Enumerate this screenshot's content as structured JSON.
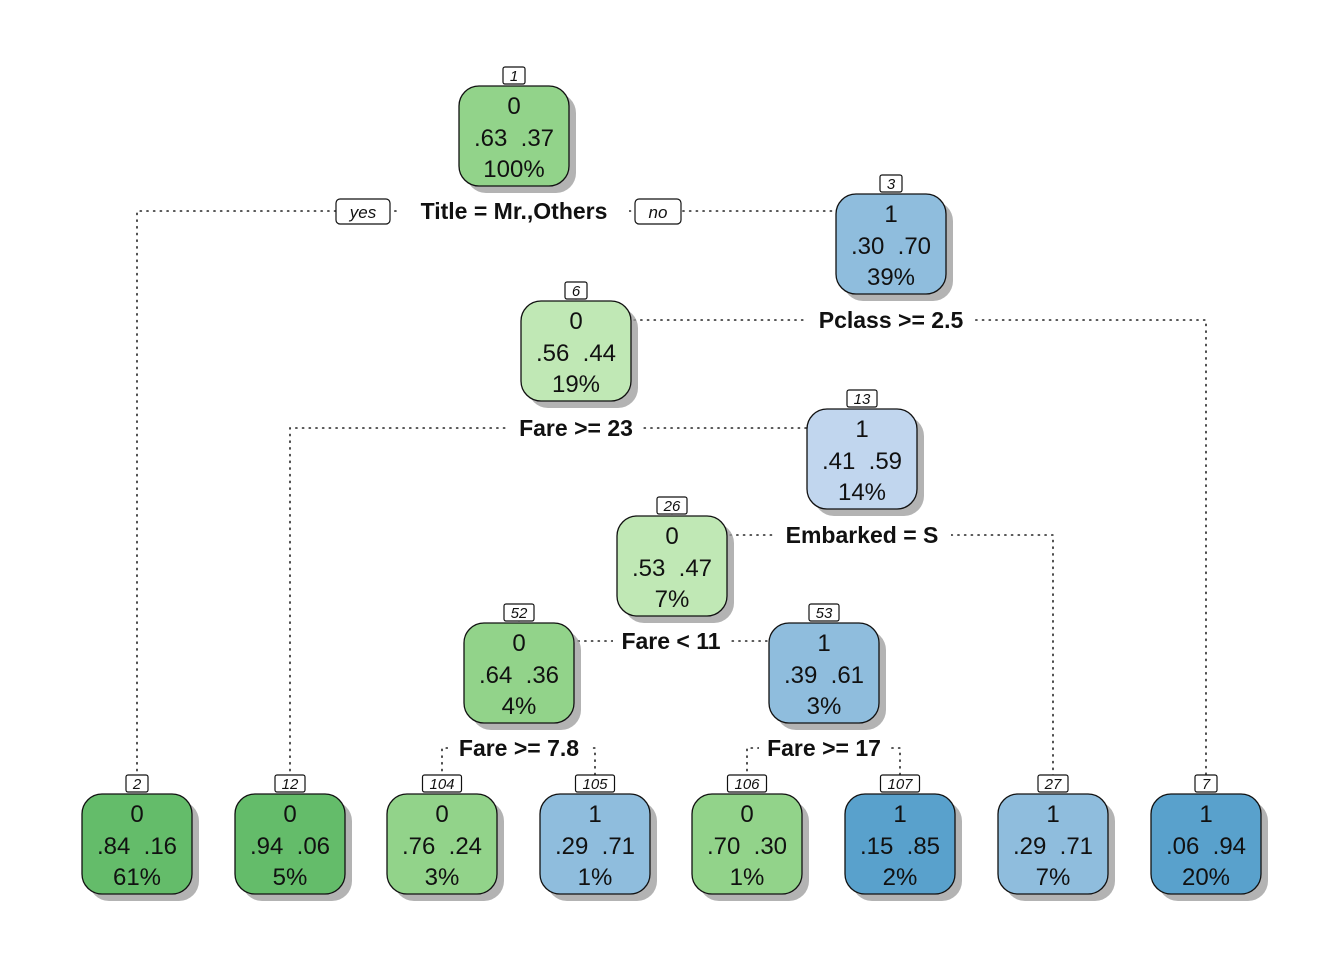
{
  "yes_label": "yes",
  "no_label": "no",
  "colors": {
    "green_dark": "#64bc6a",
    "green_mid": "#92d38a",
    "green_light": "#c0e8b5",
    "blue_light": "#c1d6ee",
    "blue_mid": "#8fbddd",
    "blue_dark": "#59a1cc"
  },
  "nodes": [
    {
      "id": "1",
      "class": "0",
      "probs": ".63  .37",
      "pct": "100%",
      "color": "green_mid",
      "split": "Title = Mr.,Others"
    },
    {
      "id": "3",
      "class": "1",
      "probs": ".30  .70",
      "pct": "39%",
      "color": "blue_mid",
      "split": "Pclass >= 2.5"
    },
    {
      "id": "6",
      "class": "0",
      "probs": ".56  .44",
      "pct": "19%",
      "color": "green_light",
      "split": "Fare >= 23"
    },
    {
      "id": "13",
      "class": "1",
      "probs": ".41  .59",
      "pct": "14%",
      "color": "blue_light",
      "split": "Embarked = S"
    },
    {
      "id": "26",
      "class": "0",
      "probs": ".53  .47",
      "pct": "7%",
      "color": "green_light",
      "split": "Fare < 11"
    },
    {
      "id": "52",
      "class": "0",
      "probs": ".64  .36",
      "pct": "4%",
      "color": "green_mid",
      "split": "Fare >= 7.8"
    },
    {
      "id": "53",
      "class": "1",
      "probs": ".39  .61",
      "pct": "3%",
      "color": "blue_mid",
      "split": "Fare >= 17"
    },
    {
      "id": "2",
      "class": "0",
      "probs": ".84  .16",
      "pct": "61%",
      "color": "green_dark"
    },
    {
      "id": "12",
      "class": "0",
      "probs": ".94  .06",
      "pct": "5%",
      "color": "green_dark"
    },
    {
      "id": "104",
      "class": "0",
      "probs": ".76  .24",
      "pct": "3%",
      "color": "green_mid"
    },
    {
      "id": "105",
      "class": "1",
      "probs": ".29  .71",
      "pct": "1%",
      "color": "blue_mid"
    },
    {
      "id": "106",
      "class": "0",
      "probs": ".70  .30",
      "pct": "1%",
      "color": "green_mid"
    },
    {
      "id": "107",
      "class": "1",
      "probs": ".15  .85",
      "pct": "2%",
      "color": "blue_dark"
    },
    {
      "id": "27",
      "class": "1",
      "probs": ".29  .71",
      "pct": "7%",
      "color": "blue_mid"
    },
    {
      "id": "7",
      "class": "1",
      "probs": ".06  .94",
      "pct": "20%",
      "color": "blue_dark"
    }
  ]
}
